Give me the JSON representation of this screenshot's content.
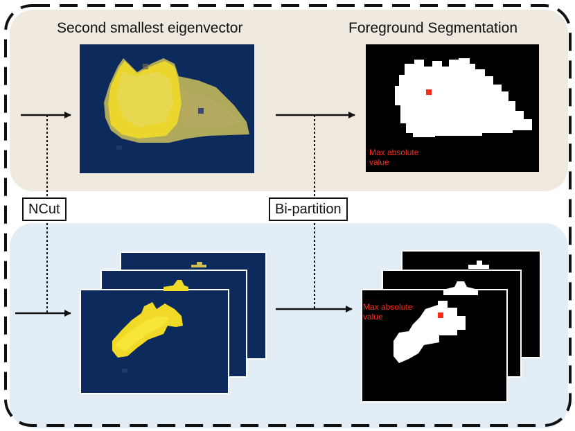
{
  "top_row": {
    "left_title": "Second smallest eigenvector",
    "right_title": "Foreground Segmentation",
    "annotation": "Max absolute\nvalue"
  },
  "bottom_row": {
    "annotation": "Max absolute\nvalue"
  },
  "labels": {
    "ncut": "NCut",
    "bipartition": "Bi-partition"
  },
  "colors": {
    "top_panel_bg": "#efe9df",
    "bottom_panel_bg": "#e2edf6",
    "eigen_bg": "#0d2a5c",
    "eigen_yellow": "#f1da27",
    "mask_bg": "#000000",
    "mask_fg": "#ffffff",
    "max_marker": "#ff2a1a"
  }
}
